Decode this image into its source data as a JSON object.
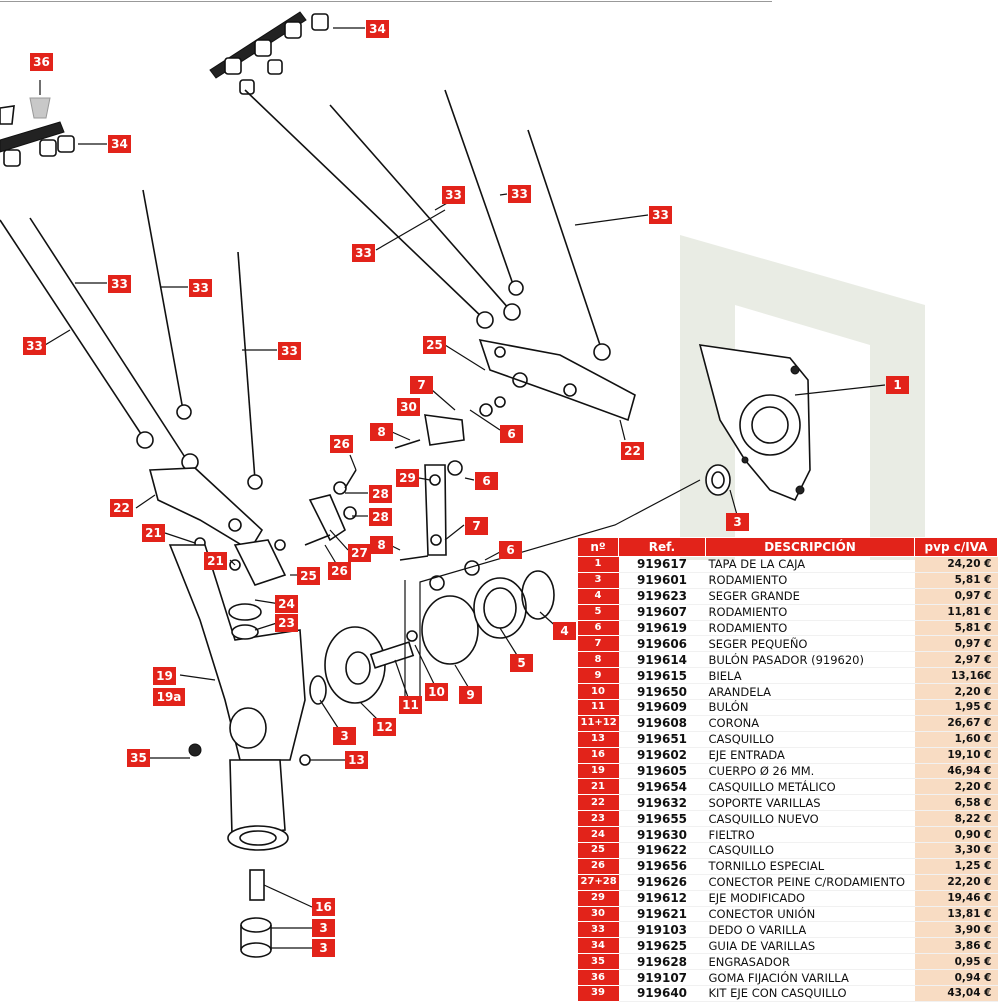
{
  "callouts": {
    "c34a": "34",
    "c36": "36",
    "c34b": "34",
    "c33a": "33",
    "c33b": "33",
    "c33c": "33",
    "c33d": "33",
    "c33e": "33",
    "c33f": "33",
    "c33g": "33",
    "c33h": "33",
    "c1": "1",
    "c25a": "25",
    "c7a": "7",
    "c30": "30",
    "c8a": "8",
    "c6a": "6",
    "c22a": "22",
    "c26a": "26",
    "c29": "29",
    "c6b": "6",
    "c28a": "28",
    "c22b": "22",
    "c28b": "28",
    "c7b": "7",
    "c21a": "21",
    "c27": "27",
    "c8b": "8",
    "c6c": "6",
    "c3a": "3",
    "c21b": "21",
    "c25b": "25",
    "c26b": "26",
    "c24": "24",
    "c23": "23",
    "c4": "4",
    "c19": "19",
    "c19a": "19a",
    "c5": "5",
    "c9": "9",
    "c10": "10",
    "c11": "11",
    "c12": "12",
    "c3b": "3",
    "c35": "35",
    "c13": "13",
    "c16": "16",
    "c3c": "3",
    "c3d": "3"
  },
  "parts_table": {
    "headers": [
      "nº",
      "Ref.",
      "DESCRIPCIÓN",
      "pvp c/IVA"
    ],
    "rows": [
      {
        "no": "1",
        "ref": "919617",
        "desc": "TAPA DE LA CAJA",
        "price": "24,20 €"
      },
      {
        "no": "3",
        "ref": "919601",
        "desc": "RODAMIENTO",
        "price": "5,81 €"
      },
      {
        "no": "4",
        "ref": "919623",
        "desc": "SEGER GRANDE",
        "price": "0,97 €"
      },
      {
        "no": "5",
        "ref": "919607",
        "desc": "RODAMIENTO",
        "price": "11,81 €"
      },
      {
        "no": "6",
        "ref": "919619",
        "desc": "RODAMIENTO",
        "price": "5,81 €"
      },
      {
        "no": "7",
        "ref": "919606",
        "desc": "SEGER PEQUEÑO",
        "price": "0,97 €"
      },
      {
        "no": "8",
        "ref": "919614",
        "desc": "BULÓN PASADOR (919620)",
        "price": "2,97 €"
      },
      {
        "no": "9",
        "ref": "919615",
        "desc": "BIELA",
        "price": "13,16€"
      },
      {
        "no": "10",
        "ref": "919650",
        "desc": "ARANDELA",
        "price": "2,20 €"
      },
      {
        "no": "11",
        "ref": "919609",
        "desc": "BULÓN",
        "price": "1,95 €"
      },
      {
        "no": "11+12",
        "ref": "919608",
        "desc": "CORONA",
        "price": "26,67 €"
      },
      {
        "no": "13",
        "ref": "919651",
        "desc": "CASQUILLO",
        "price": "1,60 €"
      },
      {
        "no": "16",
        "ref": "919602",
        "desc": "EJE ENTRADA",
        "price": "19,10 €"
      },
      {
        "no": "19",
        "ref": "919605",
        "desc": "CUERPO  Ø 26 MM.",
        "price": "46,94 €"
      },
      {
        "no": "21",
        "ref": "919654",
        "desc": "CASQUILLO METÁLICO",
        "price": "2,20 €"
      },
      {
        "no": "22",
        "ref": "919632",
        "desc": "SOPORTE VARILLAS",
        "price": "6,58 €"
      },
      {
        "no": "23",
        "ref": "919655",
        "desc": "CASQUILLO NUEVO",
        "price": "8,22 €"
      },
      {
        "no": "24",
        "ref": "919630",
        "desc": "FIELTRO",
        "price": "0,90 €"
      },
      {
        "no": "25",
        "ref": "919622",
        "desc": "CASQUILLO",
        "price": "3,30 €"
      },
      {
        "no": "26",
        "ref": "919656",
        "desc": "TORNILLO ESPECIAL",
        "price": "1,25 €"
      },
      {
        "no": "27+28",
        "ref": "919626",
        "desc": "CONECTOR PEINE C/RODAMIENTO",
        "price": "22,20 €"
      },
      {
        "no": "29",
        "ref": "919612",
        "desc": "EJE MODIFICADO",
        "price": "19,46 €"
      },
      {
        "no": "30",
        "ref": "919621",
        "desc": "CONECTOR UNIÓN",
        "price": "13,81 €"
      },
      {
        "no": "33",
        "ref": "919103",
        "desc": "DEDO O VARILLA",
        "price": "3,90 €"
      },
      {
        "no": "34",
        "ref": "919625",
        "desc": "GUIA DE VARILLAS",
        "price": "3,86 €"
      },
      {
        "no": "35",
        "ref": "919628",
        "desc": "ENGRASADOR",
        "price": "0,95 €"
      },
      {
        "no": "36",
        "ref": "919107",
        "desc": "GOMA FIJACIÓN VARILLA",
        "price": "0,94 €"
      },
      {
        "no": "39",
        "ref": "919640",
        "desc": "KIT EJE CON CASQUILLO",
        "price": "43,04 €"
      }
    ]
  },
  "colors": {
    "callout": "#e2231a",
    "price_bg": "#f8dcc3",
    "watermark": "#e9ece4"
  }
}
